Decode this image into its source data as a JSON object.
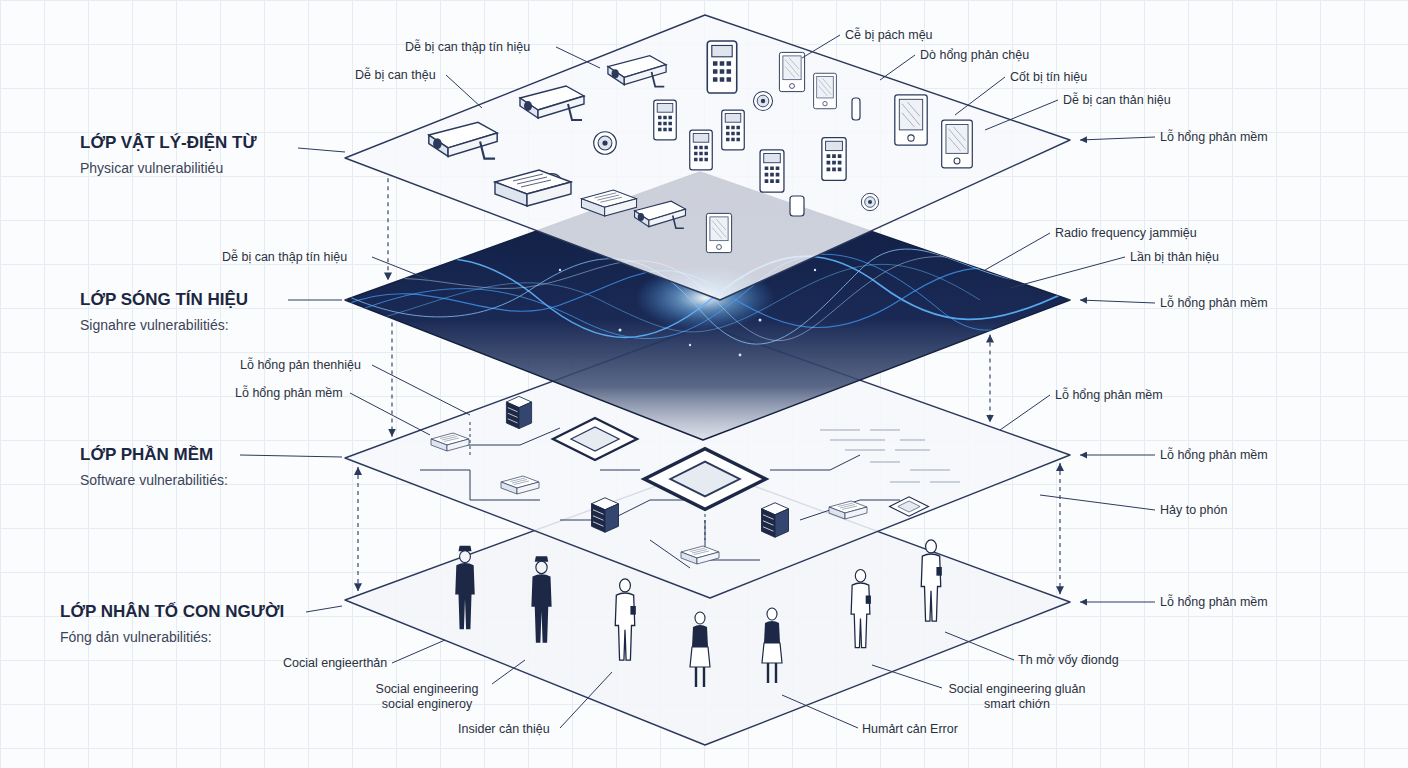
{
  "diagram": {
    "nodes": [
      {
        "text": [
          "LỚP VẬT LÝ-ĐIỆN TỪ",
          "Physicar vulnerabilitiéu"
        ]
      },
      {
        "text": [
          "LỚP SÓNG TÍN HIỆU",
          "Signahre vulnerabilitiés:"
        ]
      },
      {
        "text": [
          "LỚP PHẦN MỀM",
          "Software vulnerabilitiés:"
        ]
      },
      {
        "text": [
          "LỚP NHÂN TỐ CON NGƯỜI",
          "Fóng dản vulnerabilitiés:"
        ]
      }
    ],
    "edges": [
      {
        "from": 0,
        "to": 1,
        "arrow": "to"
      },
      {
        "from": 1,
        "to": 2,
        "arrow": "to"
      },
      {
        "from": 2,
        "to": 3,
        "arrow": "both"
      },
      {
        "from": 1,
        "to": 2,
        "arrow": "both"
      },
      {
        "from": 2,
        "to": 3,
        "arrow": "both"
      }
    ],
    "labels": [
      "Dễ bị can thập tín hiệu",
      "Dễ bị can thệu",
      "Cễ bị pách mệu",
      "Dò hổng phản chệu",
      "Cốt bị tín hiệu",
      "Dễ bị can thản hiệu",
      "Lỗ hổng phản mềm",
      "Dễ bị can thập tín hiệu",
      "Radio frequency jammiệu",
      "Lần bị thản hiệu",
      "Lỗ hổng phản mềm",
      "Lỗ hổng pản thenhiệu",
      "Lỗ hổng phản mềm",
      "Lỗ hổng phản mềm",
      "Lỗ hổng phản mềm",
      "Hảy to phón",
      "Lỗ hổng phản mềm",
      "Cocial engieerthản",
      "Social engineering social engineroy",
      "Insider cản thiệu",
      "Th mở vốy điondg",
      "Social engineering gluản smart chiớn",
      "Humảrt cản Error"
    ]
  }
}
